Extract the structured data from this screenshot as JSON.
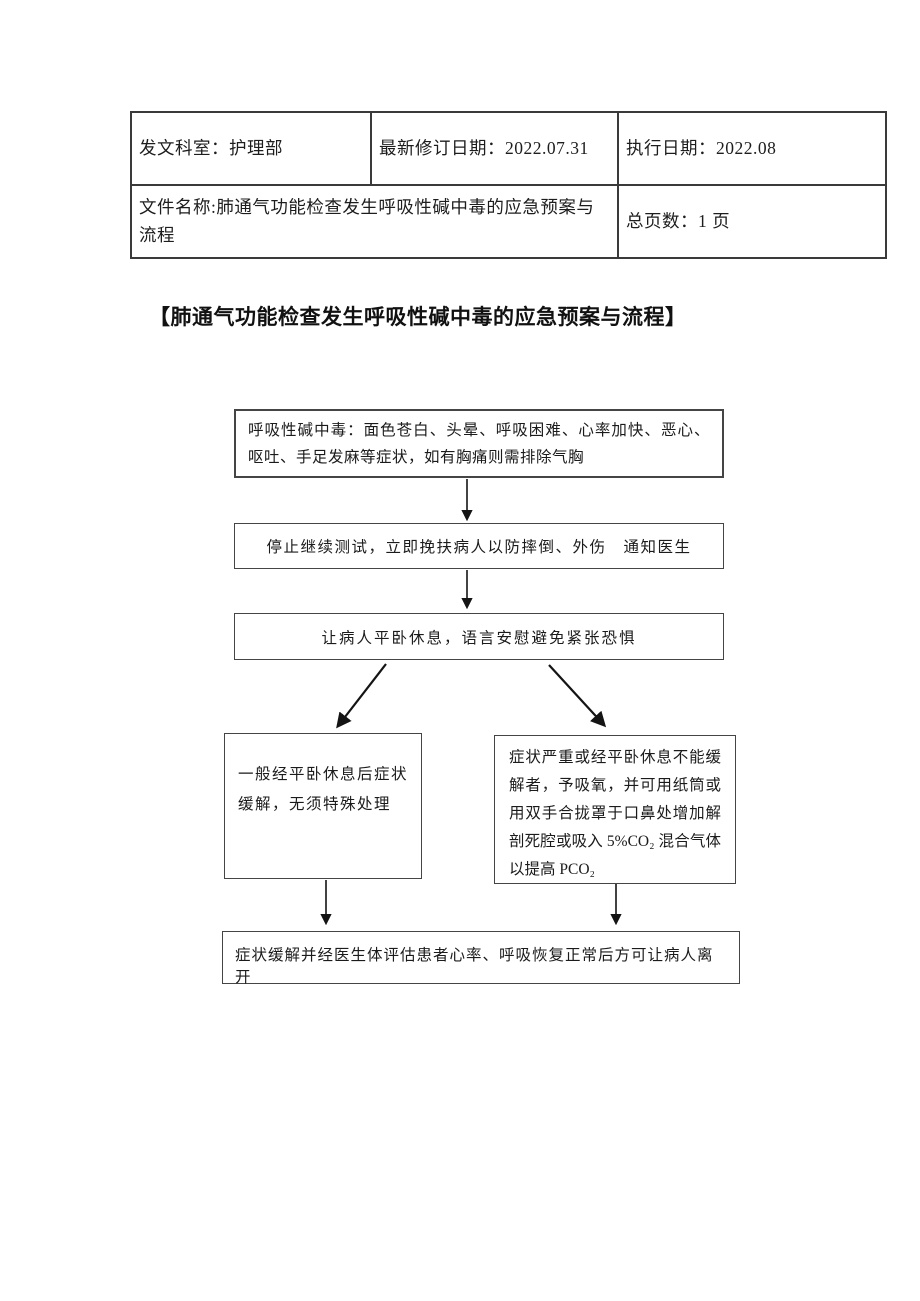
{
  "page": {
    "background": "#ffffff",
    "text_color": "#1d1d1d",
    "border_color": "#3a3a3a",
    "title": "【肺通气功能检查发生呼吸性碱中毒的应急预案与流程】"
  },
  "header_table": {
    "issuing_dept": "发文科室：护理部",
    "revision_date": "最新修订日期：2022.07.31",
    "execution_date": "执行日期：2022.08",
    "file_name": "文件名称:肺通气功能检查发生呼吸性碱中毒的应急预案与流程",
    "total_pages": "总页数：1 页"
  },
  "flowchart": {
    "step_symptoms": "呼吸性碱中毒：面色苍白、头晕、呼吸困难、心率加快、恶心、呕吐、手足发麻等症状，如有胸痛则需排除气胸",
    "step_stop_test": "停止继续测试，立即挽扶病人以防摔倒、外伤　通知医生",
    "step_rest": "让病人平卧休息，语言安慰避免紧张恐惧",
    "branch_mild": "一般经平卧休息后症状缓解，无须特殊处理",
    "branch_severe": "症状严重或经平卧休息不能缓解者，予吸氧，并可用纸筒或用双手合拢罩于口鼻处增加解剖死腔或吸入 5%CO₂ 混合气体以提高 PCO₂",
    "step_discharge": "症状缓解并经医生体评估患者心率、呼吸恢复正常后方可让病人离开"
  }
}
